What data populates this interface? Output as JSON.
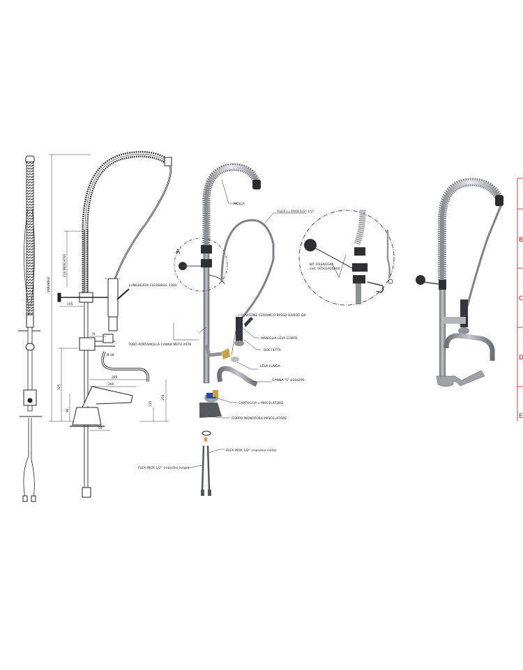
{
  "colors": {
    "line": "#222222",
    "steel": "#8e9196",
    "dark": "#303236",
    "frame": "#cc1111",
    "brass": "#c9a23a",
    "blue": "#2b47a8"
  },
  "dimensions": {
    "variable": "VARIABILE",
    "indicativi": "210 INDICATIVI",
    "d105": "105",
    "d70": "70",
    "d18": "Ø 18",
    "d280": "280",
    "d260": "260",
    "d325": "325",
    "d90": "90",
    "d135": "135",
    "d250": "250",
    "d50": "50"
  },
  "labels": {
    "lunghezza": "LUNGHEZZA FLESSIBILE 1000",
    "molla": "MOLLA",
    "flex": "FLEX L=1000 1/2\"-1/2\"",
    "detail_a": "A",
    "tubo": "TUBO PORTAMOLLA CANNA METX ASTA",
    "vitone": "VITONE CERAMICO PASSO RAPIDO DX",
    "maniglia": "MANIGLIA LEVA CORTA",
    "doccetta": "DOCCETTA",
    "leva": "LEVA LUNGA",
    "canna": "CANNA \"S\" ø18x200",
    "cartuccia": "CARTUCCIA x MISCELATORE",
    "corpo": "CORPO MONOFORO MISCELATORE",
    "flex_cortoi": "FLEX INOX 1/2\" (maschio corto)",
    "flex_lungo": "FLEX INOX 1/2\" (maschio lungo)",
    "kit_line1": "KIT FISSAGGIO",
    "kit_line2": "cod. 00501000004"
  },
  "frame_letters": [
    "B",
    "C",
    "D",
    "E"
  ]
}
